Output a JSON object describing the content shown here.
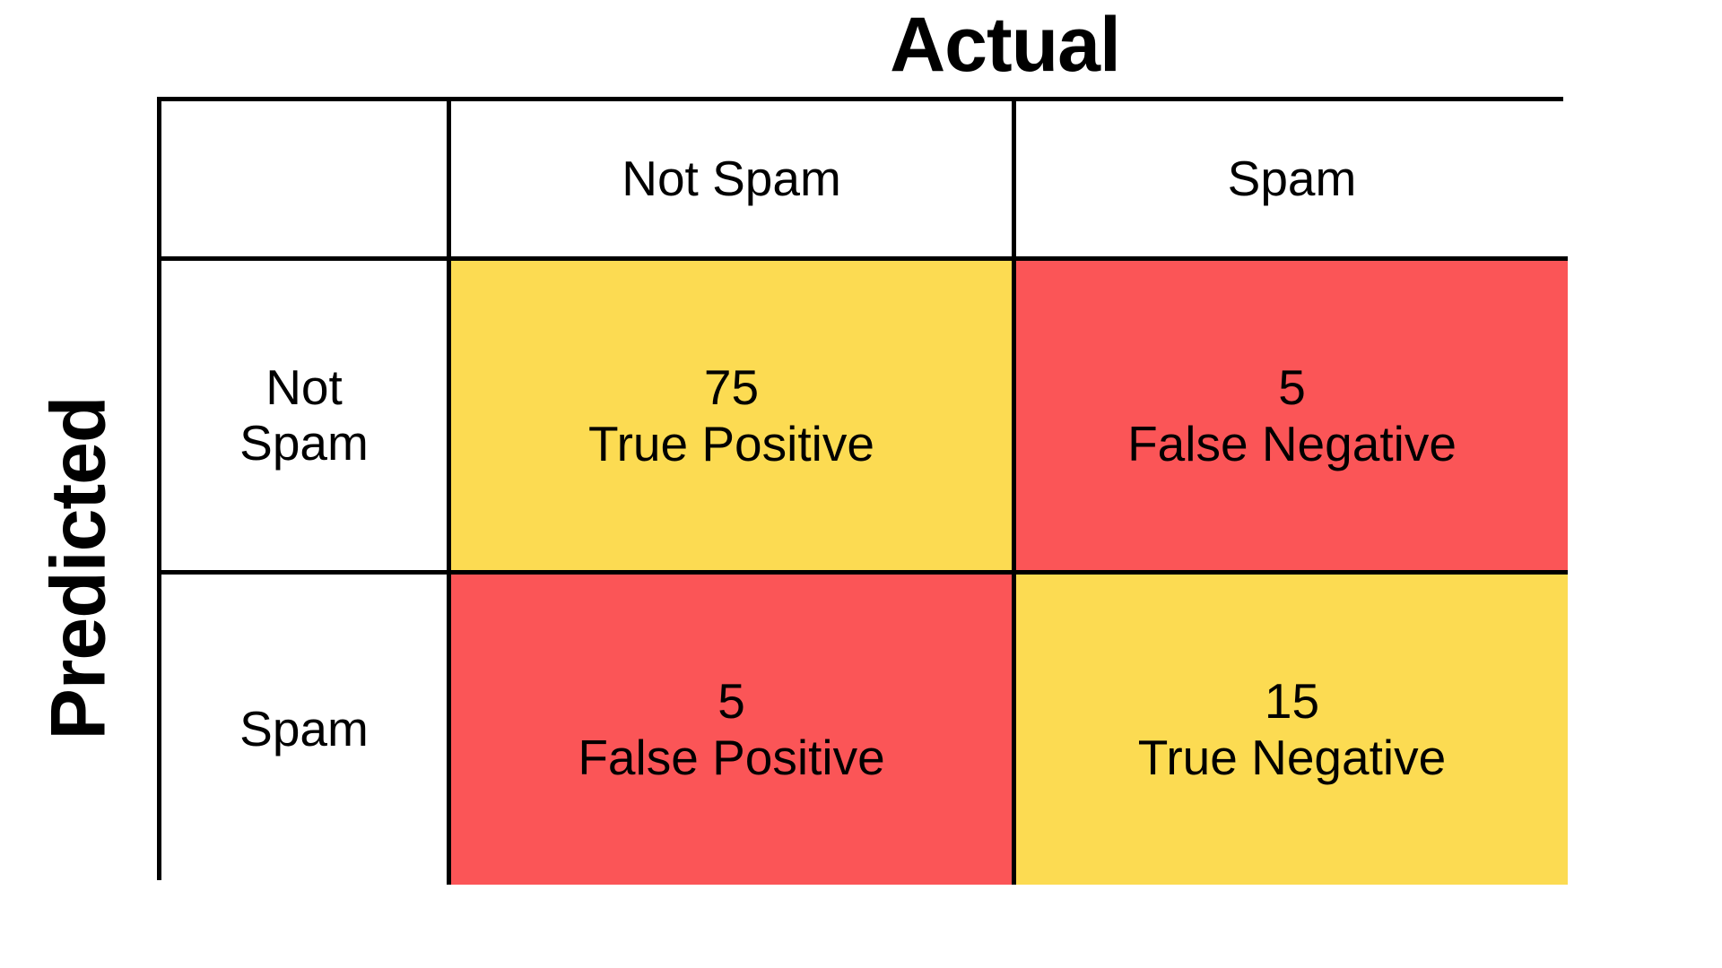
{
  "titles": {
    "columns_axis": "Actual",
    "rows_axis": "Predicted"
  },
  "colors": {
    "correct": "#fcdb52",
    "incorrect": "#fb5557",
    "border": "#000000",
    "background": "#ffffff",
    "text": "#000000"
  },
  "column_headers": [
    "Not Spam",
    "Spam"
  ],
  "row_headers": [
    {
      "line1": "Not",
      "line2": "Spam"
    },
    {
      "line1": "Spam",
      "line2": ""
    }
  ],
  "cells": [
    {
      "count": "75",
      "label": "True Positive",
      "fill": "correct",
      "predicted": "Not Spam",
      "actual": "Not Spam"
    },
    {
      "count": "5",
      "label": "False Negative",
      "fill": "incorrect",
      "predicted": "Not Spam",
      "actual": "Spam"
    },
    {
      "count": "5",
      "label": "False Positive",
      "fill": "incorrect",
      "predicted": "Spam",
      "actual": "Not Spam"
    },
    {
      "count": "15",
      "label": "True Negative",
      "fill": "correct",
      "predicted": "Spam",
      "actual": "Spam"
    }
  ],
  "chart_data": {
    "type": "table",
    "title": "Actual",
    "xlabel": "Actual",
    "ylabel": "Predicted",
    "categories": [
      "Not Spam",
      "Spam"
    ],
    "matrix": [
      [
        75,
        5
      ],
      [
        5,
        15
      ]
    ],
    "cell_labels": [
      [
        "True Positive",
        "False Negative"
      ],
      [
        "False Positive",
        "True Negative"
      ]
    ],
    "row_order": [
      "Not Spam",
      "Spam"
    ],
    "column_order": [
      "Not Spam",
      "Spam"
    ],
    "grid": true,
    "legend": "none"
  }
}
